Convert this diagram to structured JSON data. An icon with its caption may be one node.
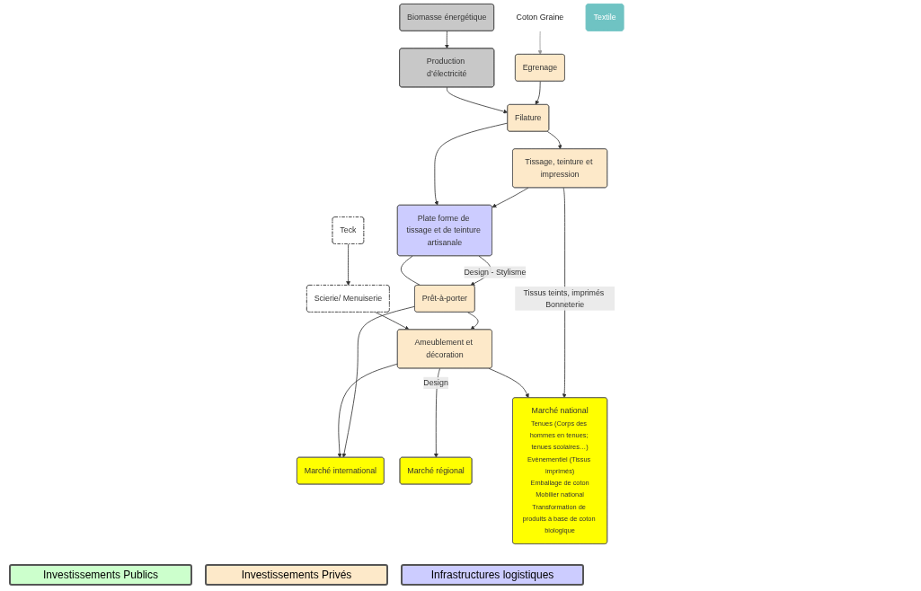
{
  "diagram": {
    "nodes": [
      {
        "text": [
          "Coton Graine"
        ]
      },
      {
        "text": [
          "Teck"
        ]
      },
      {
        "text": [
          "Scierie/ Menuiserie"
        ]
      },
      {
        "text": [
          "Biomasse énergétique"
        ]
      },
      {
        "text": [
          "Production d’électricité"
        ]
      },
      {
        "text": [
          "Ameublement et décoration"
        ]
      },
      {
        "text": [
          "Egrenage"
        ]
      },
      {
        "text": [
          "Prêt-à-porter"
        ]
      },
      {
        "text": [
          "Filature"
        ]
      },
      {
        "text": [
          "Plate forme de tissage et de teinture artisanale"
        ]
      },
      {
        "text": [
          "Tissage, teinture et impression"
        ]
      },
      {
        "text": [
          "Marché international"
        ]
      },
      {
        "text": [
          "Marché régional"
        ]
      },
      {
        "text": [
          "Marché national",
          "Tenues (Corps des hommes en tenues; tenues scolaires…)",
          "Evènementiel (Tissus imprimés)",
          "Emballage de coton",
          "Mobilier national",
          "Transformation de produits à base de coton biologique"
        ]
      },
      {
        "text": [
          "Textile"
        ]
      }
    ],
    "edges": [
      {
        "from": 0,
        "to": 6,
        "arrow": "to",
        "color": "#999999"
      },
      {
        "from": 1,
        "to": 2,
        "arrow": "to"
      },
      {
        "from": 2,
        "to": 5,
        "arrow": "to"
      },
      {
        "from": 3,
        "to": 4,
        "arrow": "to"
      },
      {
        "from": 4,
        "to": 8,
        "arrow": "to"
      },
      {
        "from": 6,
        "to": 8,
        "arrow": "to"
      },
      {
        "from": 7,
        "to": 5,
        "arrow": "to"
      },
      {
        "from": 9,
        "to": 7,
        "arrow": "none"
      },
      {
        "from": 9,
        "to": 7,
        "arrow": "to",
        "label": "Design - Stylisme"
      },
      {
        "from": 8,
        "to": 9,
        "arrow": "to"
      },
      {
        "from": 10,
        "to": 9,
        "arrow": "to"
      },
      {
        "from": 8,
        "to": 10,
        "arrow": "to"
      },
      {
        "from": 5,
        "to": 11,
        "arrow": "to"
      },
      {
        "from": 7,
        "to": 11,
        "arrow": "to"
      },
      {
        "from": 5,
        "to": 12,
        "arrow": "to",
        "label": "Design"
      },
      {
        "from": 5,
        "to": 13,
        "arrow": "to"
      },
      {
        "from": 10,
        "to": 13,
        "arrow": "to",
        "label": "Tissus teints, imprimés Bonneterie"
      }
    ],
    "legend": [
      {
        "text": "Investissements Publics",
        "color": "#ccffcc"
      },
      {
        "text": "Investissements Privés",
        "color": "#fde9c9"
      },
      {
        "text": "Infrastructures logistiques",
        "color": "#ccccff"
      }
    ]
  }
}
